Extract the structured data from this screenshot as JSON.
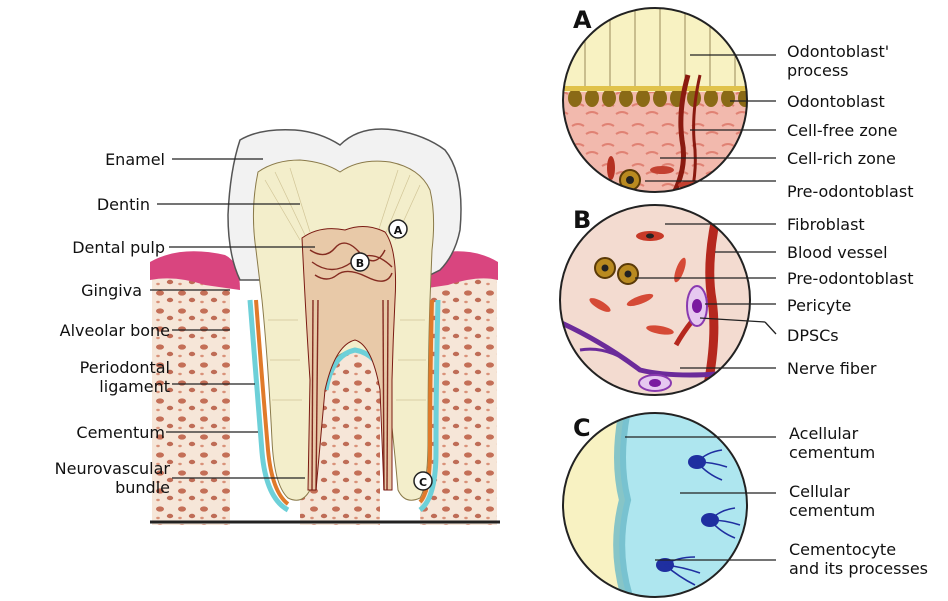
{
  "tooth_labels": {
    "enamel": "Enamel",
    "dentin": "Dentin",
    "dental_pulp": "Dental pulp",
    "gingiva": "Gingiva",
    "alveolar_bone": "Alveolar bone",
    "periodontal_ligament": [
      "Periodontal",
      "ligament"
    ],
    "cementum": "Cementum",
    "neurovascular_bundle": [
      "Neurovascular",
      "bundle"
    ]
  },
  "markers": {
    "a": "A",
    "b": "B",
    "c": "C"
  },
  "panel_a": {
    "letter": "A",
    "labels": {
      "odontoblast_process": [
        "Odontoblast'",
        "process"
      ],
      "odontoblast": "Odontoblast",
      "cell_free_zone": "Cell-free zone",
      "cell_rich_zone": "Cell-rich zone",
      "pre_odontoblast": "Pre-odontoblast"
    }
  },
  "panel_b": {
    "letter": "B",
    "labels": {
      "fibroblast": "Fibroblast",
      "blood_vessel": "Blood vessel",
      "pre_odontoblast": "Pre-odontoblast",
      "pericyte": "Pericyte",
      "dpscs": "DPSCs",
      "nerve_fiber": "Nerve fiber"
    }
  },
  "panel_c": {
    "letter": "C",
    "labels": {
      "acellular_cementum": [
        "Acellular",
        "cementum"
      ],
      "cellular_cementum": [
        "Cellular",
        "cementum"
      ],
      "cementocyte": [
        "Cementocyte",
        "and its processes"
      ]
    }
  },
  "colors": {
    "enamel": "#f2f2f2",
    "dentin": "#f3eecb",
    "pulp": "#7a1a12",
    "gingiva": "#d9457f",
    "bone": "#f6e6d8",
    "bone_pore": "#b3472c",
    "pdl": "#6dd0d8",
    "cementum": "#e07a2a",
    "panel_a_bg": "#f2b9ad",
    "odontoblast": "#8a6a16",
    "panel_b_bg": "#f3dbd0",
    "nerve": "#6b2b9a",
    "panel_c_bg": "#aee6ef",
    "cementocyte": "#1f2fa0"
  }
}
